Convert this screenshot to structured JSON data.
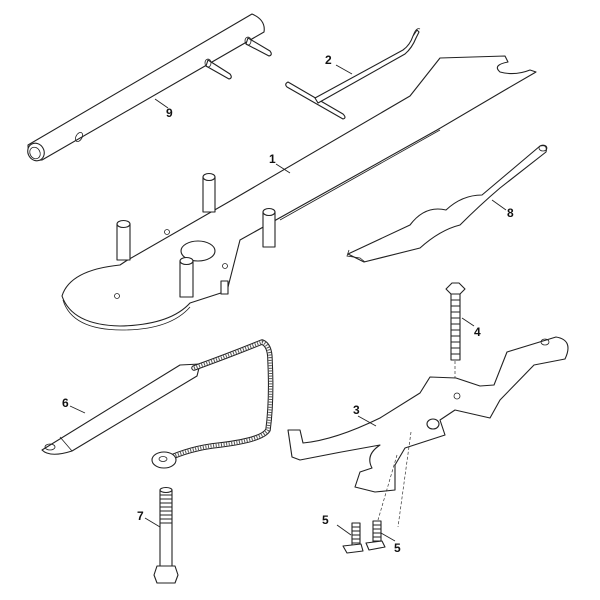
{
  "diagram": {
    "type": "exploded parts diagram",
    "background": "#ffffff",
    "line_color": "#222222",
    "parts": [
      {
        "id": "1",
        "label": "1",
        "description": "flat wrench plate with four pins and round end"
      },
      {
        "id": "2",
        "label": "2",
        "description": "T-handle hook tool"
      },
      {
        "id": "3",
        "label": "3",
        "description": "forked bracket"
      },
      {
        "id": "4",
        "label": "4",
        "description": "long hex bolt"
      },
      {
        "id": "5a",
        "label": "5",
        "description": "short hex bolt"
      },
      {
        "id": "5b",
        "label": "5",
        "description": "short hex bolt"
      },
      {
        "id": "6",
        "label": "6",
        "description": "strap with braided cable and ring terminal"
      },
      {
        "id": "7",
        "label": "7",
        "description": "hex bolt"
      },
      {
        "id": "8",
        "label": "8",
        "description": "wavy flat lever tool"
      },
      {
        "id": "9",
        "label": "9",
        "description": "round bar with two pins"
      }
    ]
  },
  "labels": {
    "p1": "1",
    "p2": "2",
    "p3": "3",
    "p4": "4",
    "p5a": "5",
    "p5b": "5",
    "p6": "6",
    "p7": "7",
    "p8": "8",
    "p9": "9"
  }
}
